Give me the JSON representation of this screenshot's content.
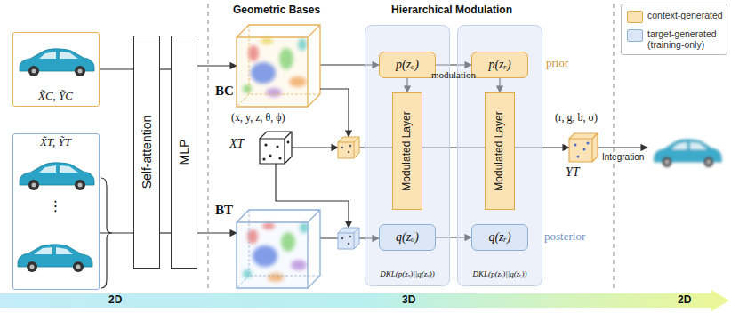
{
  "diagram": {
    "nodes": [
      {
        "text": [
          "X̃C, ỸC"
        ]
      },
      {
        "text": [
          "X̃T, ỸT",
          "⋮"
        ]
      },
      {
        "text": [
          "Self-attention"
        ]
      },
      {
        "text": [
          "MLP"
        ]
      },
      {
        "text": [
          "BC"
        ]
      },
      {
        "text": [
          "BT"
        ]
      },
      {
        "text": [
          "(x, y, z, θ, ϕ)",
          "XT"
        ]
      },
      {
        "text": [
          "DKL(p(zₒ)||q(zₒ))"
        ]
      },
      {
        "text": [
          "p(zₒ)"
        ],
        "in": 7
      },
      {
        "text": [
          "Modulated Layer"
        ],
        "in": 7
      },
      {
        "text": [
          "q(zₒ)"
        ],
        "in": 7
      },
      {
        "text": [
          "DKL(p(zᵣ)||q(zᵣ))"
        ]
      },
      {
        "text": [
          "p(zᵣ)"
        ],
        "in": 11
      },
      {
        "text": [
          "Modulated Layer"
        ],
        "in": 11
      },
      {
        "text": [
          "q(zᵣ)"
        ],
        "in": 11
      },
      {
        "text": [
          "(r, g, b, σ)",
          "YT"
        ]
      }
    ],
    "edges": [
      {
        "from": 0,
        "to": 2,
        "arrow": "none"
      },
      {
        "from": 1,
        "to": 2,
        "arrow": "none"
      },
      {
        "from": 2,
        "to": 3,
        "arrow": "none"
      },
      {
        "from": 3,
        "to": 4,
        "arrow": "to"
      },
      {
        "from": 3,
        "to": 5,
        "arrow": "to"
      },
      {
        "from": 4,
        "to": 8,
        "arrow": "to"
      },
      {
        "from": 5,
        "to": 10,
        "arrow": "to"
      },
      {
        "from": 8,
        "to": 9,
        "arrow": "to"
      },
      {
        "from": 8,
        "to": 12,
        "arrow": "to",
        "label": "modulation"
      },
      {
        "from": 12,
        "to": 13,
        "arrow": "to"
      },
      {
        "from": 10,
        "to": 14,
        "arrow": "to"
      },
      {
        "from": 9,
        "to": 13,
        "arrow": "none"
      },
      {
        "from": 13,
        "to": 15,
        "arrow": "to"
      }
    ],
    "labels": [
      "Geometric Bases",
      "Hierarchical Modulation",
      "prior",
      "posterior",
      "Integration",
      "2D",
      "3D",
      "2D"
    ],
    "legend": [
      {
        "text": "context-generated",
        "color": "#fbe3b5"
      },
      {
        "text": "target-generated (training-only)",
        "color": "#dbe6f6"
      }
    ]
  }
}
